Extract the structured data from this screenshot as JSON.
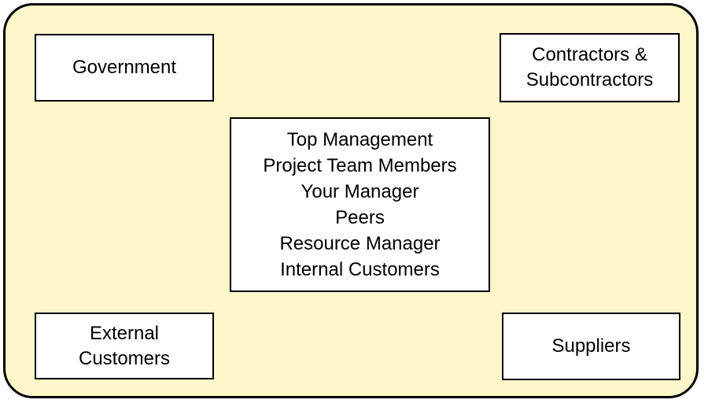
{
  "diagram": {
    "background_color": "#FDF6C9",
    "border_color": "#000000",
    "box_fill_color": "#FFFFFF",
    "text_color": "#000000",
    "boxes": {
      "government": {
        "label": "Government"
      },
      "contractors": {
        "label": "Contractors &\nSubcontractors"
      },
      "external_customers": {
        "label": "External\nCustomers"
      },
      "suppliers": {
        "label": "Suppliers"
      },
      "center": {
        "lines": [
          "Top Management",
          "Project Team Members",
          "Your Manager",
          "Peers",
          "Resource Manager",
          "Internal Customers"
        ]
      }
    }
  }
}
